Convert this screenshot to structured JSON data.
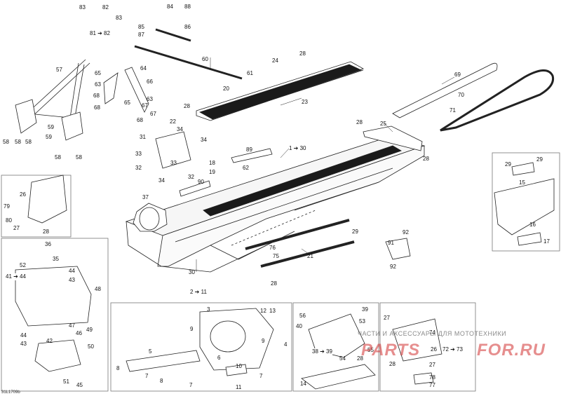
{
  "diagram": {
    "code": "31L1709b",
    "watermark_text": "ЧАСТИ И АКСЕССУАРЫ ДЛЯ МОТОТЕХНИКИ",
    "watermark_logo_left": "PARTS",
    "watermark_logo_right": "FOR.RU",
    "colors": {
      "line": "#222222",
      "part_fill": "#f4f4f4",
      "rail": "#1a1a1a",
      "box_border": "#777777",
      "logo": "#d23232"
    }
  },
  "callouts": {
    "c1": "1 ➔ 30",
    "c2": "2 ➔ 11",
    "c81": "81 ➔ 82",
    "c84": "84",
    "c88": "88",
    "c41": "41 ➔ 44",
    "c38": "38 ➔ 39",
    "c72": "72 ➔ 73"
  },
  "labels": {
    "l83a": "83",
    "l82a": "82",
    "l83b": "83",
    "l85": "85",
    "l86": "86",
    "l87": "87",
    "l60": "60",
    "l61": "61",
    "l20": "20",
    "l24": "24",
    "l28a": "28",
    "l23": "23",
    "l69": "69",
    "l70": "70",
    "l71": "71",
    "l57": "57",
    "l65a": "65",
    "l64": "64",
    "l63a": "63",
    "l66": "66",
    "l68a": "68",
    "l63b": "63",
    "l65b": "65",
    "l67a": "67",
    "l67b": "67",
    "l68b": "68",
    "l28b": "28",
    "l59a": "59",
    "l59b": "59",
    "l58a": "58",
    "l58b": "58",
    "l58c": "58",
    "l58d": "58",
    "l22": "22",
    "l34a": "34",
    "l31": "31",
    "l34b": "34",
    "l33a": "33",
    "l33b": "33",
    "l32a": "32",
    "l32b": "32",
    "l34c": "34",
    "l28c": "28",
    "l25": "25",
    "l28d": "28",
    "l18": "18",
    "l19": "19",
    "l89": "89",
    "l62": "62",
    "l90": "90",
    "l37": "37",
    "l26": "26",
    "l79": "79",
    "l80": "80",
    "l27a": "27",
    "l28e": "28",
    "l29a": "29",
    "l29b": "29",
    "l15": "15",
    "l16": "16",
    "l17": "17",
    "l36": "36",
    "l35": "35",
    "l52": "52",
    "l44a": "44",
    "l43a": "43",
    "l48": "48",
    "l47": "47",
    "l49": "49",
    "l46": "46",
    "l44b": "44",
    "l43b": "43",
    "l42": "42",
    "l50": "50",
    "l51": "51",
    "l45": "45",
    "l29c": "29",
    "l76": "76",
    "l75": "75",
    "l21": "21",
    "l30": "30",
    "l28f": "28",
    "l91": "91",
    "l92a": "92",
    "l92b": "92",
    "l3": "3",
    "l12": "12",
    "l13": "13",
    "l9a": "9",
    "l9b": "9",
    "l4": "4",
    "l5": "5",
    "l8a": "8",
    "l7a": "7",
    "l8b": "8",
    "l7b": "7",
    "l6": "6",
    "l10": "10",
    "l11": "11",
    "l7c": "7",
    "l56": "56",
    "l40": "40",
    "l39": "39",
    "l53": "53",
    "l54": "54",
    "l55": "55",
    "l28g": "28",
    "l14": "14",
    "l27b": "27",
    "l74": "74",
    "l26b": "26",
    "l28h": "28",
    "l27c": "27",
    "l78": "78",
    "l77": "77"
  }
}
